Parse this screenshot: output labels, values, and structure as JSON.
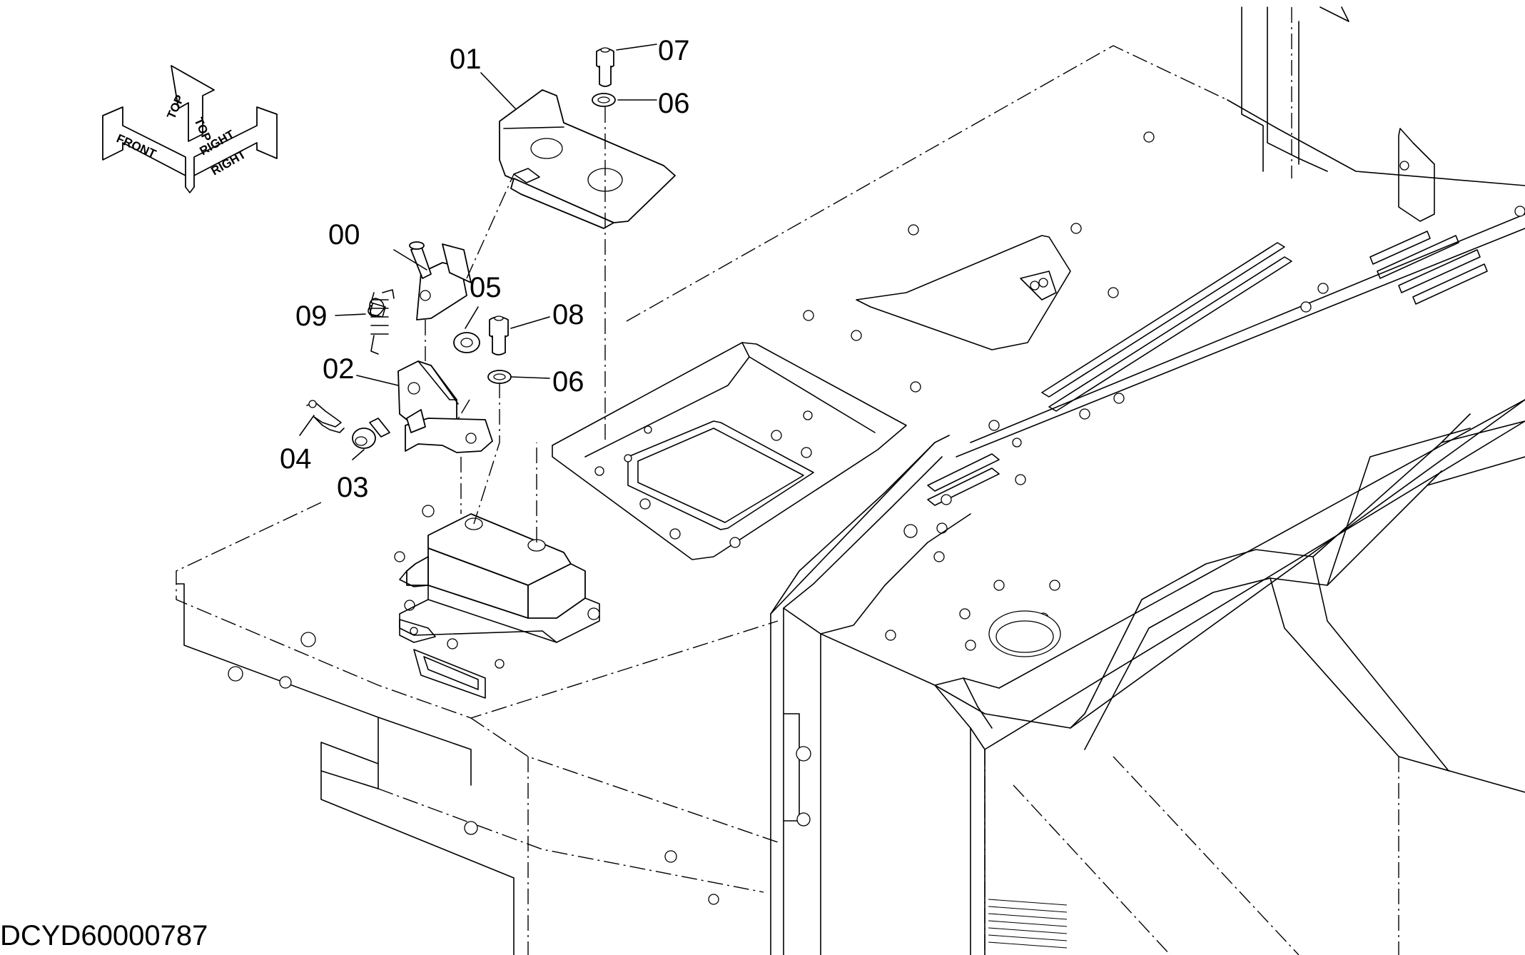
{
  "drawing_id": "DCYD60000787",
  "orientation": {
    "front": "FRONT",
    "top": "TOP",
    "right": "RIGHT"
  },
  "callouts": [
    {
      "label": "01"
    },
    {
      "label": "07"
    },
    {
      "label": "06"
    },
    {
      "label": "00"
    },
    {
      "label": "05"
    },
    {
      "label": "08"
    },
    {
      "label": "09"
    },
    {
      "label": "02"
    },
    {
      "label": "06"
    },
    {
      "label": "04"
    },
    {
      "label": "03"
    }
  ]
}
